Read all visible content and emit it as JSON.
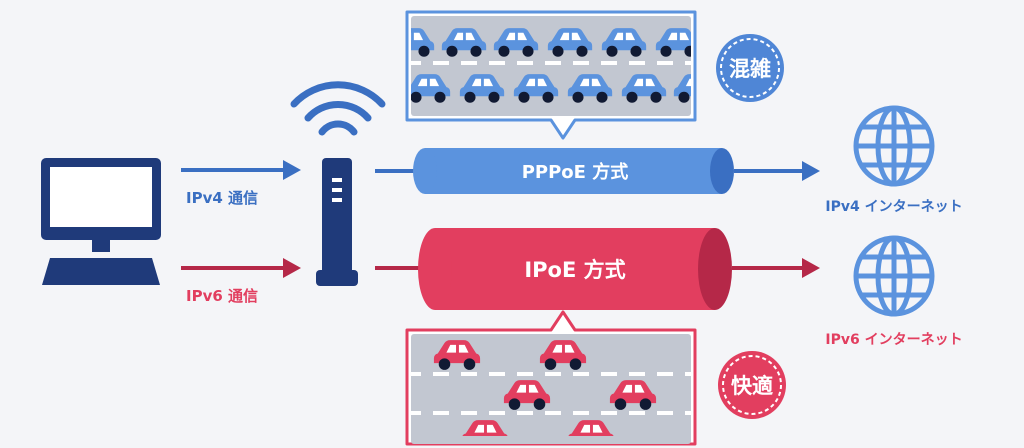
{
  "colors": {
    "blue": "#3a6fc2",
    "blue_light": "#5b93de",
    "navy": "#1f3a7a",
    "red": "#e23e5f",
    "red_dark": "#b52848",
    "road": "#c2c7d1",
    "background": "#f4f5f8"
  },
  "left": {
    "ipv4_label": "IPv4 通信",
    "ipv6_label": "IPv6 通信"
  },
  "pipes": {
    "pppoe_label": "PPPoE 方式",
    "ipoe_label": "IPoE 方式"
  },
  "badges": {
    "congested": "混雑",
    "comfortable": "快適"
  },
  "right": {
    "ipv4_internet": "IPv4 インターネット",
    "ipv6_internet": "IPv6 インターネット"
  },
  "icons": {
    "computer": "computer-icon",
    "router": "router-icon",
    "wifi": "wifi-icon",
    "globe": "globe-icon",
    "car": "car-icon"
  }
}
